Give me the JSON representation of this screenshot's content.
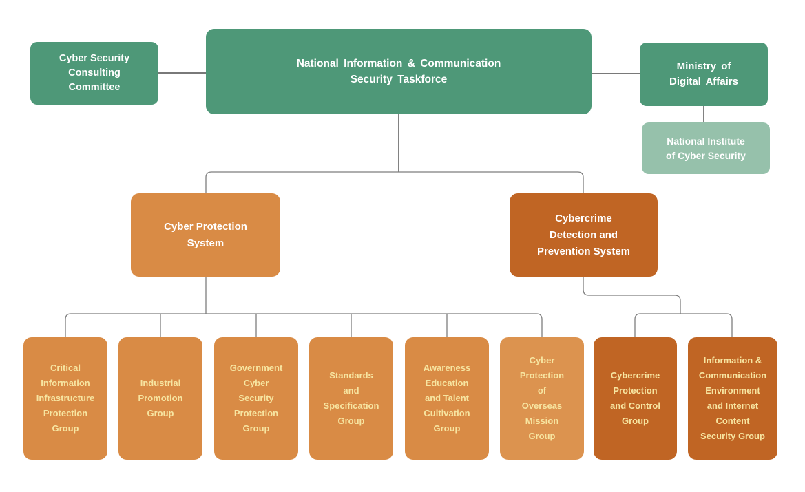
{
  "colors": {
    "green": "#4E9878",
    "green-light": "#96C1AB",
    "orange": "#D98B45",
    "orange-light": "#DC934F",
    "orange-dark": "#C06524",
    "text-light": "#FFFFFF",
    "text-cream": "#F7E5A1",
    "line-dark": "#4D4D4D",
    "line-gray": "#7E7E7E"
  },
  "nodes": {
    "consulting": {
      "label": "Cyber Security\nConsulting\nCommittee"
    },
    "taskforce": {
      "label": "National Information & Communication\nSecurity Taskforce"
    },
    "ministry": {
      "label": "Ministry of\nDigital Affairs"
    },
    "institute": {
      "label": "National Institute\nof Cyber Security"
    },
    "protection_system": {
      "label": "Cyber Protection\nSystem"
    },
    "cybercrime_system": {
      "label": "Cybercrime\nDetection and\nPrevention System"
    },
    "groups": [
      {
        "label": "Critical\nInformation\nInfrastructure\nProtection\nGroup"
      },
      {
        "label": "Industrial\nPromotion\nGroup"
      },
      {
        "label": "Government\nCyber\nSecurity\nProtection\nGroup"
      },
      {
        "label": "Standards\nand\nSpecification\nGroup"
      },
      {
        "label": "Awareness\nEducation\nand Talent\nCultivation\nGroup"
      },
      {
        "label": "Cyber\nProtection\nof\nOverseas\nMission\nGroup"
      },
      {
        "label": "Cybercrime\nProtection\nand Control\nGroup"
      },
      {
        "label": "Information &\nCommunication\nEnvironment\nand Internet\nContent\nSecurity Group"
      }
    ]
  }
}
